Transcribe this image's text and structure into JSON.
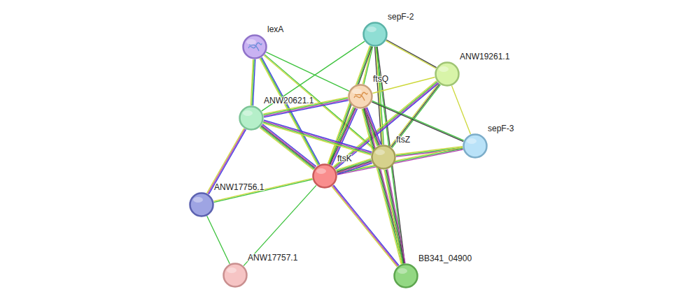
{
  "diagram": {
    "nodes": [
      {
        "text": [
          "sepF-2"
        ]
      },
      {
        "text": [
          "lexA"
        ]
      },
      {
        "text": [
          "ANW19261.1"
        ]
      },
      {
        "text": [
          "ftsQ"
        ]
      },
      {
        "text": [
          "ANW20621.1"
        ]
      },
      {
        "text": [
          "sepF-3"
        ]
      },
      {
        "text": [
          "ftsZ"
        ]
      },
      {
        "text": [
          "ftsK"
        ]
      },
      {
        "text": [
          "ANW17756.1"
        ]
      },
      {
        "text": [
          "ANW17757.1"
        ]
      },
      {
        "text": [
          "BB341_04900"
        ]
      }
    ],
    "edges": [
      {
        "from": 1,
        "to": 4,
        "arrow": "none"
      },
      {
        "from": 1,
        "to": 7,
        "arrow": "none"
      },
      {
        "from": 1,
        "to": 3,
        "arrow": "none"
      },
      {
        "from": 1,
        "to": 6,
        "arrow": "none"
      },
      {
        "from": 0,
        "to": 4,
        "arrow": "none"
      },
      {
        "from": 0,
        "to": 3,
        "arrow": "none"
      },
      {
        "from": 0,
        "to": 7,
        "arrow": "none"
      },
      {
        "from": 0,
        "to": 6,
        "arrow": "none"
      },
      {
        "from": 0,
        "to": 2,
        "arrow": "none"
      },
      {
        "from": 0,
        "to": 10,
        "arrow": "none"
      },
      {
        "from": 2,
        "to": 3,
        "arrow": "none"
      },
      {
        "from": 2,
        "to": 6,
        "arrow": "none"
      },
      {
        "from": 2,
        "to": 7,
        "arrow": "none"
      },
      {
        "from": 2,
        "to": 5,
        "arrow": "none"
      },
      {
        "from": 3,
        "to": 4,
        "arrow": "none"
      },
      {
        "from": 3,
        "to": 7,
        "arrow": "none"
      },
      {
        "from": 3,
        "to": 6,
        "arrow": "none"
      },
      {
        "from": 3,
        "to": 5,
        "arrow": "none"
      },
      {
        "from": 3,
        "to": 10,
        "arrow": "none"
      },
      {
        "from": 4,
        "to": 7,
        "arrow": "none"
      },
      {
        "from": 4,
        "to": 6,
        "arrow": "none"
      },
      {
        "from": 4,
        "to": 8,
        "arrow": "none"
      },
      {
        "from": 5,
        "to": 6,
        "arrow": "none"
      },
      {
        "from": 5,
        "to": 7,
        "arrow": "none"
      },
      {
        "from": 6,
        "to": 7,
        "arrow": "none"
      },
      {
        "from": 6,
        "to": 10,
        "arrow": "none"
      },
      {
        "from": 7,
        "to": 8,
        "arrow": "none"
      },
      {
        "from": 7,
        "to": 9,
        "arrow": "none"
      },
      {
        "from": 7,
        "to": 10,
        "arrow": "none"
      },
      {
        "from": 8,
        "to": 9,
        "arrow": "none"
      }
    ]
  }
}
